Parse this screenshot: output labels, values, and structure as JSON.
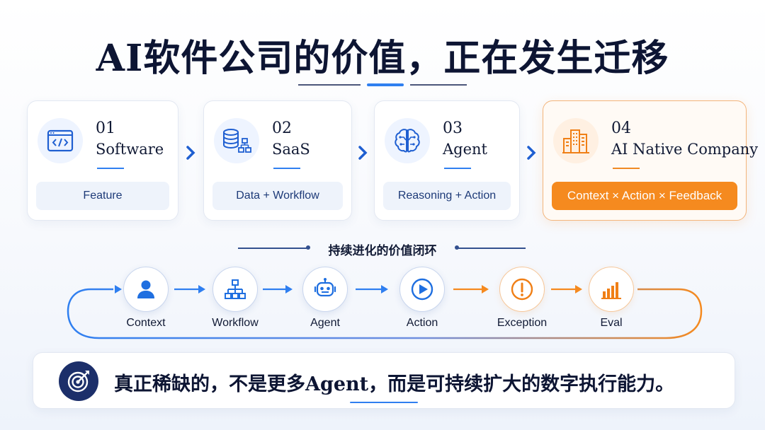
{
  "title": "AI软件公司的价值，正在发生迁移",
  "stages": [
    {
      "num": "01",
      "name": "Software",
      "pill": "Feature",
      "icon": "code-window-icon"
    },
    {
      "num": "02",
      "name": "SaaS",
      "pill": "Data + Workflow",
      "icon": "database-flow-icon"
    },
    {
      "num": "03",
      "name": "Agent",
      "pill": "Reasoning + Action",
      "icon": "brain-icon"
    },
    {
      "num": "04",
      "name": "AI Native Company",
      "pill": "Context × Action × Feedback",
      "icon": "building-icon"
    }
  ],
  "loop": {
    "title": "持续进化的价值闭环",
    "nodes": [
      {
        "label": "Context",
        "icon": "person-icon"
      },
      {
        "label": "Workflow",
        "icon": "workflow-icon"
      },
      {
        "label": "Agent",
        "icon": "robot-icon"
      },
      {
        "label": "Action",
        "icon": "play-icon"
      },
      {
        "label": "Exception",
        "icon": "alert-icon"
      },
      {
        "label": "Eval",
        "icon": "bar-chart-icon"
      }
    ]
  },
  "conclusion": "真正稀缺的，不是更多Agent，而是可持续扩大的数字执行能力。",
  "colors": {
    "blue": "#2f7ff0",
    "orange": "#f58a1f",
    "navy": "#0d1533"
  }
}
